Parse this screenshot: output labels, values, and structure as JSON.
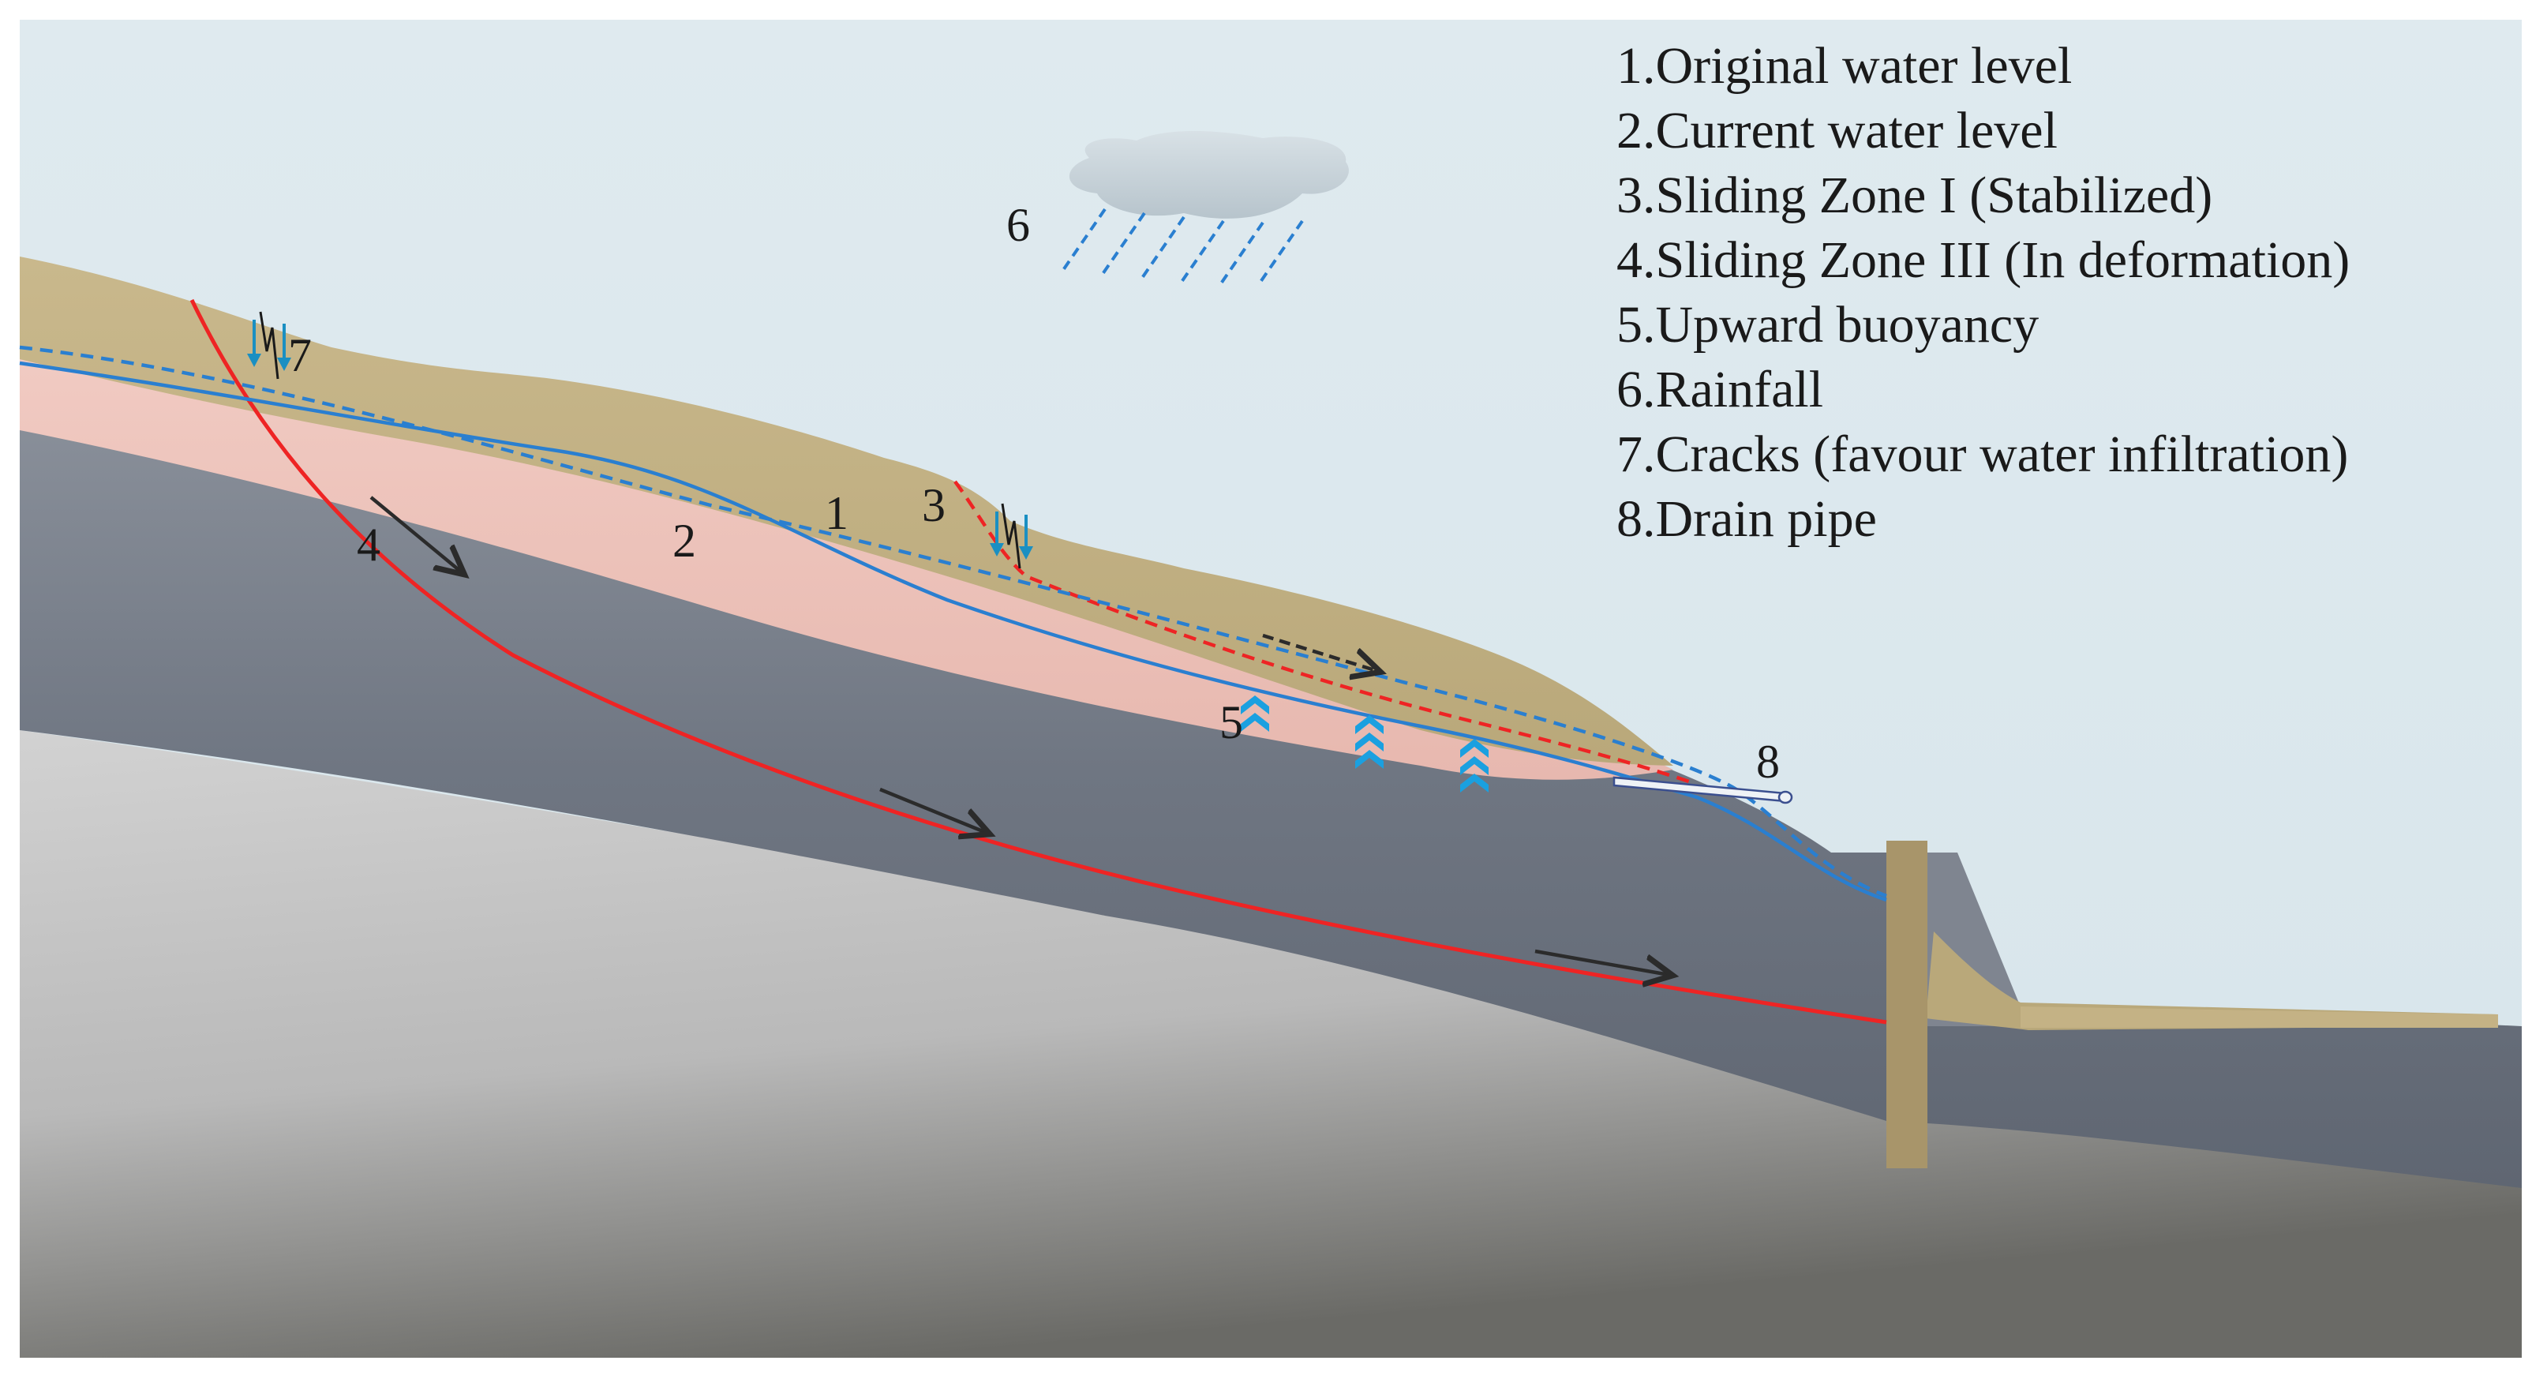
{
  "legend": {
    "items": [
      "1.Original water level",
      "2.Current water level",
      "3.Sliding Zone I (Stabilized)",
      "4.Sliding Zone III (In deformation)",
      "5.Upward buoyancy",
      "6.Rainfall",
      "7.Cracks (favour water infiltration)",
      "8.Drain pipe"
    ]
  },
  "markers": {
    "m1": "1",
    "m2": "2",
    "m3": "3",
    "m4": "4",
    "m5": "5",
    "m6": "6",
    "m7": "7",
    "m8": "8"
  },
  "colors": {
    "sky": "#dde9ee",
    "soil": "#c4b285",
    "pink_layer": "#edc2ba",
    "rock_dark": "#6f7682",
    "bedrock_light": "#c6c6c6",
    "red_line": "#ee2424",
    "blue_line": "#2a7fd0",
    "arrow_blue": "#1aa0e0",
    "pile": "#a8956a",
    "cloud": "#c9d5dc"
  }
}
